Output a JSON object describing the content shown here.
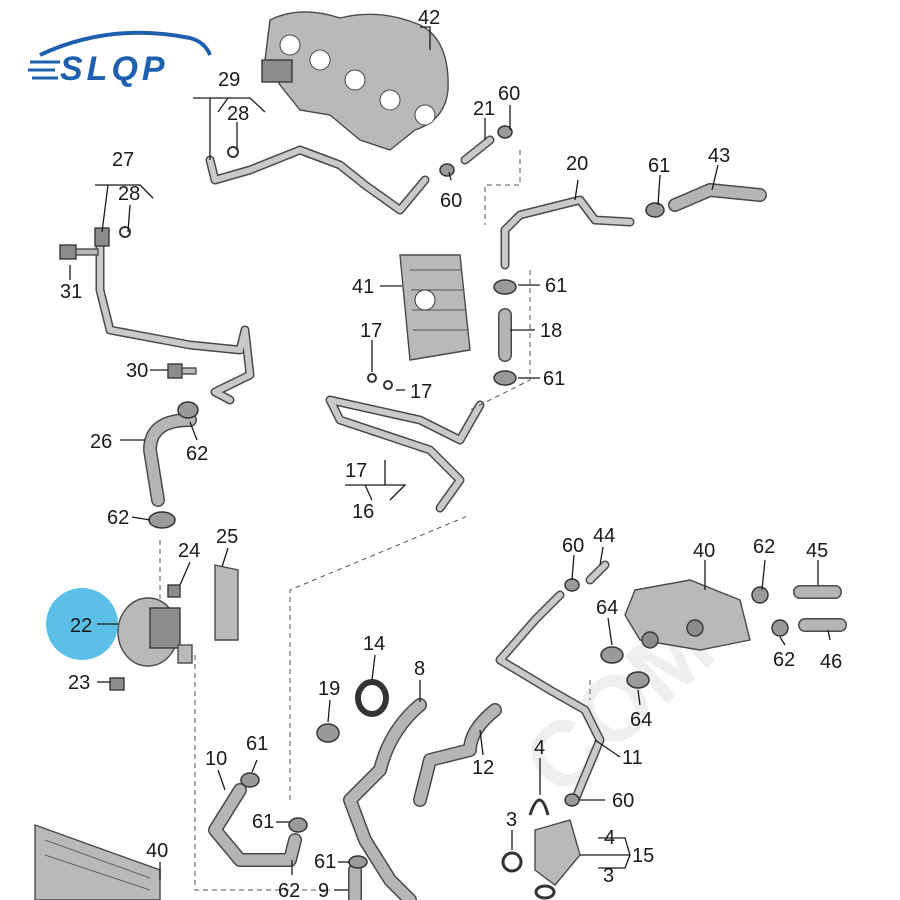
{
  "logo": {
    "text": "SLQP",
    "color": "#1f5fb0"
  },
  "highlight": {
    "label": "22",
    "color": "#5bbfe8"
  },
  "watermark": {
    "text": "COM"
  },
  "labels": {
    "l42": "42",
    "l29": "29",
    "l28a": "28",
    "l21": "21",
    "l60a": "60",
    "l27": "27",
    "l28b": "28",
    "l60b": "60",
    "l20": "20",
    "l61a": "61",
    "l43": "43",
    "l31": "31",
    "l41": "41",
    "l61b": "61",
    "l17a": "17",
    "l18": "18",
    "l30": "30",
    "l17b": "17",
    "l61c": "61",
    "l26": "26",
    "l62a": "62",
    "l17c": "17",
    "l16": "16",
    "l62b": "62",
    "l25": "25",
    "l24": "24",
    "l60c": "60",
    "l44": "44",
    "l40a": "40",
    "l62c": "62",
    "l45": "45",
    "l64a": "64",
    "l23": "23",
    "l14": "14",
    "l8": "8",
    "l19": "19",
    "l62d": "62",
    "l46": "46",
    "l64b": "64",
    "l61d": "61",
    "l10": "10",
    "l12": "12",
    "l4a": "4",
    "l11": "11",
    "l60d": "60",
    "l61e": "61",
    "l3a": "3",
    "l4b": "4",
    "l15": "15",
    "l40b": "40",
    "l61f": "61",
    "l9": "9",
    "l62e": "62",
    "l3b": "3"
  }
}
